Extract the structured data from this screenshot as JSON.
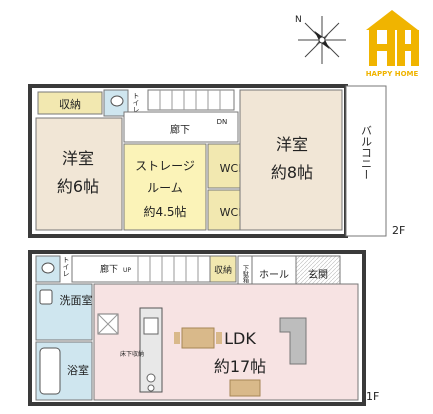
{
  "brand": {
    "name": "HAPPY HOME",
    "color": "#f0b400",
    "icon": "house-hh-logo"
  },
  "compass": {
    "north_mark": "N",
    "icon": "compass-rose-icon"
  },
  "colors": {
    "wall": "#3a3a3a",
    "western_room": "#f1e6d6",
    "storage_room": "#fbf3b8",
    "closet": "#f2e8b0",
    "ldk": "#f7e3e3",
    "water": "#cfe6ef",
    "corridor": "#ffffff",
    "wood": "#d9b98a"
  },
  "floor2": {
    "label": "2F",
    "storage": "収納",
    "toilet": "トイレ",
    "corridor": "廊下",
    "dn": "DN",
    "western_left": {
      "name": "洋室",
      "size": "約6帖"
    },
    "western_right": {
      "name": "洋室",
      "size": "約8帖"
    },
    "storage_room": {
      "name_line1": "ストレージ",
      "name_line2": "ルーム",
      "size": "約4.5帖"
    },
    "wcl_top": "WCL",
    "wcl_bottom": "WCL",
    "balcony": "バルコニー"
  },
  "floor1": {
    "label": "1F",
    "toilet": "トイレ",
    "corridor": "廊下",
    "up": "UP",
    "storage": "収納",
    "floor_storage_small": "下駄箱",
    "hall": "ホール",
    "entrance": "玄関",
    "washroom": "洗面室",
    "bath": "浴室",
    "underfloor": "床下収納",
    "ldk": {
      "name": "LDK",
      "size": "約17帖"
    }
  }
}
